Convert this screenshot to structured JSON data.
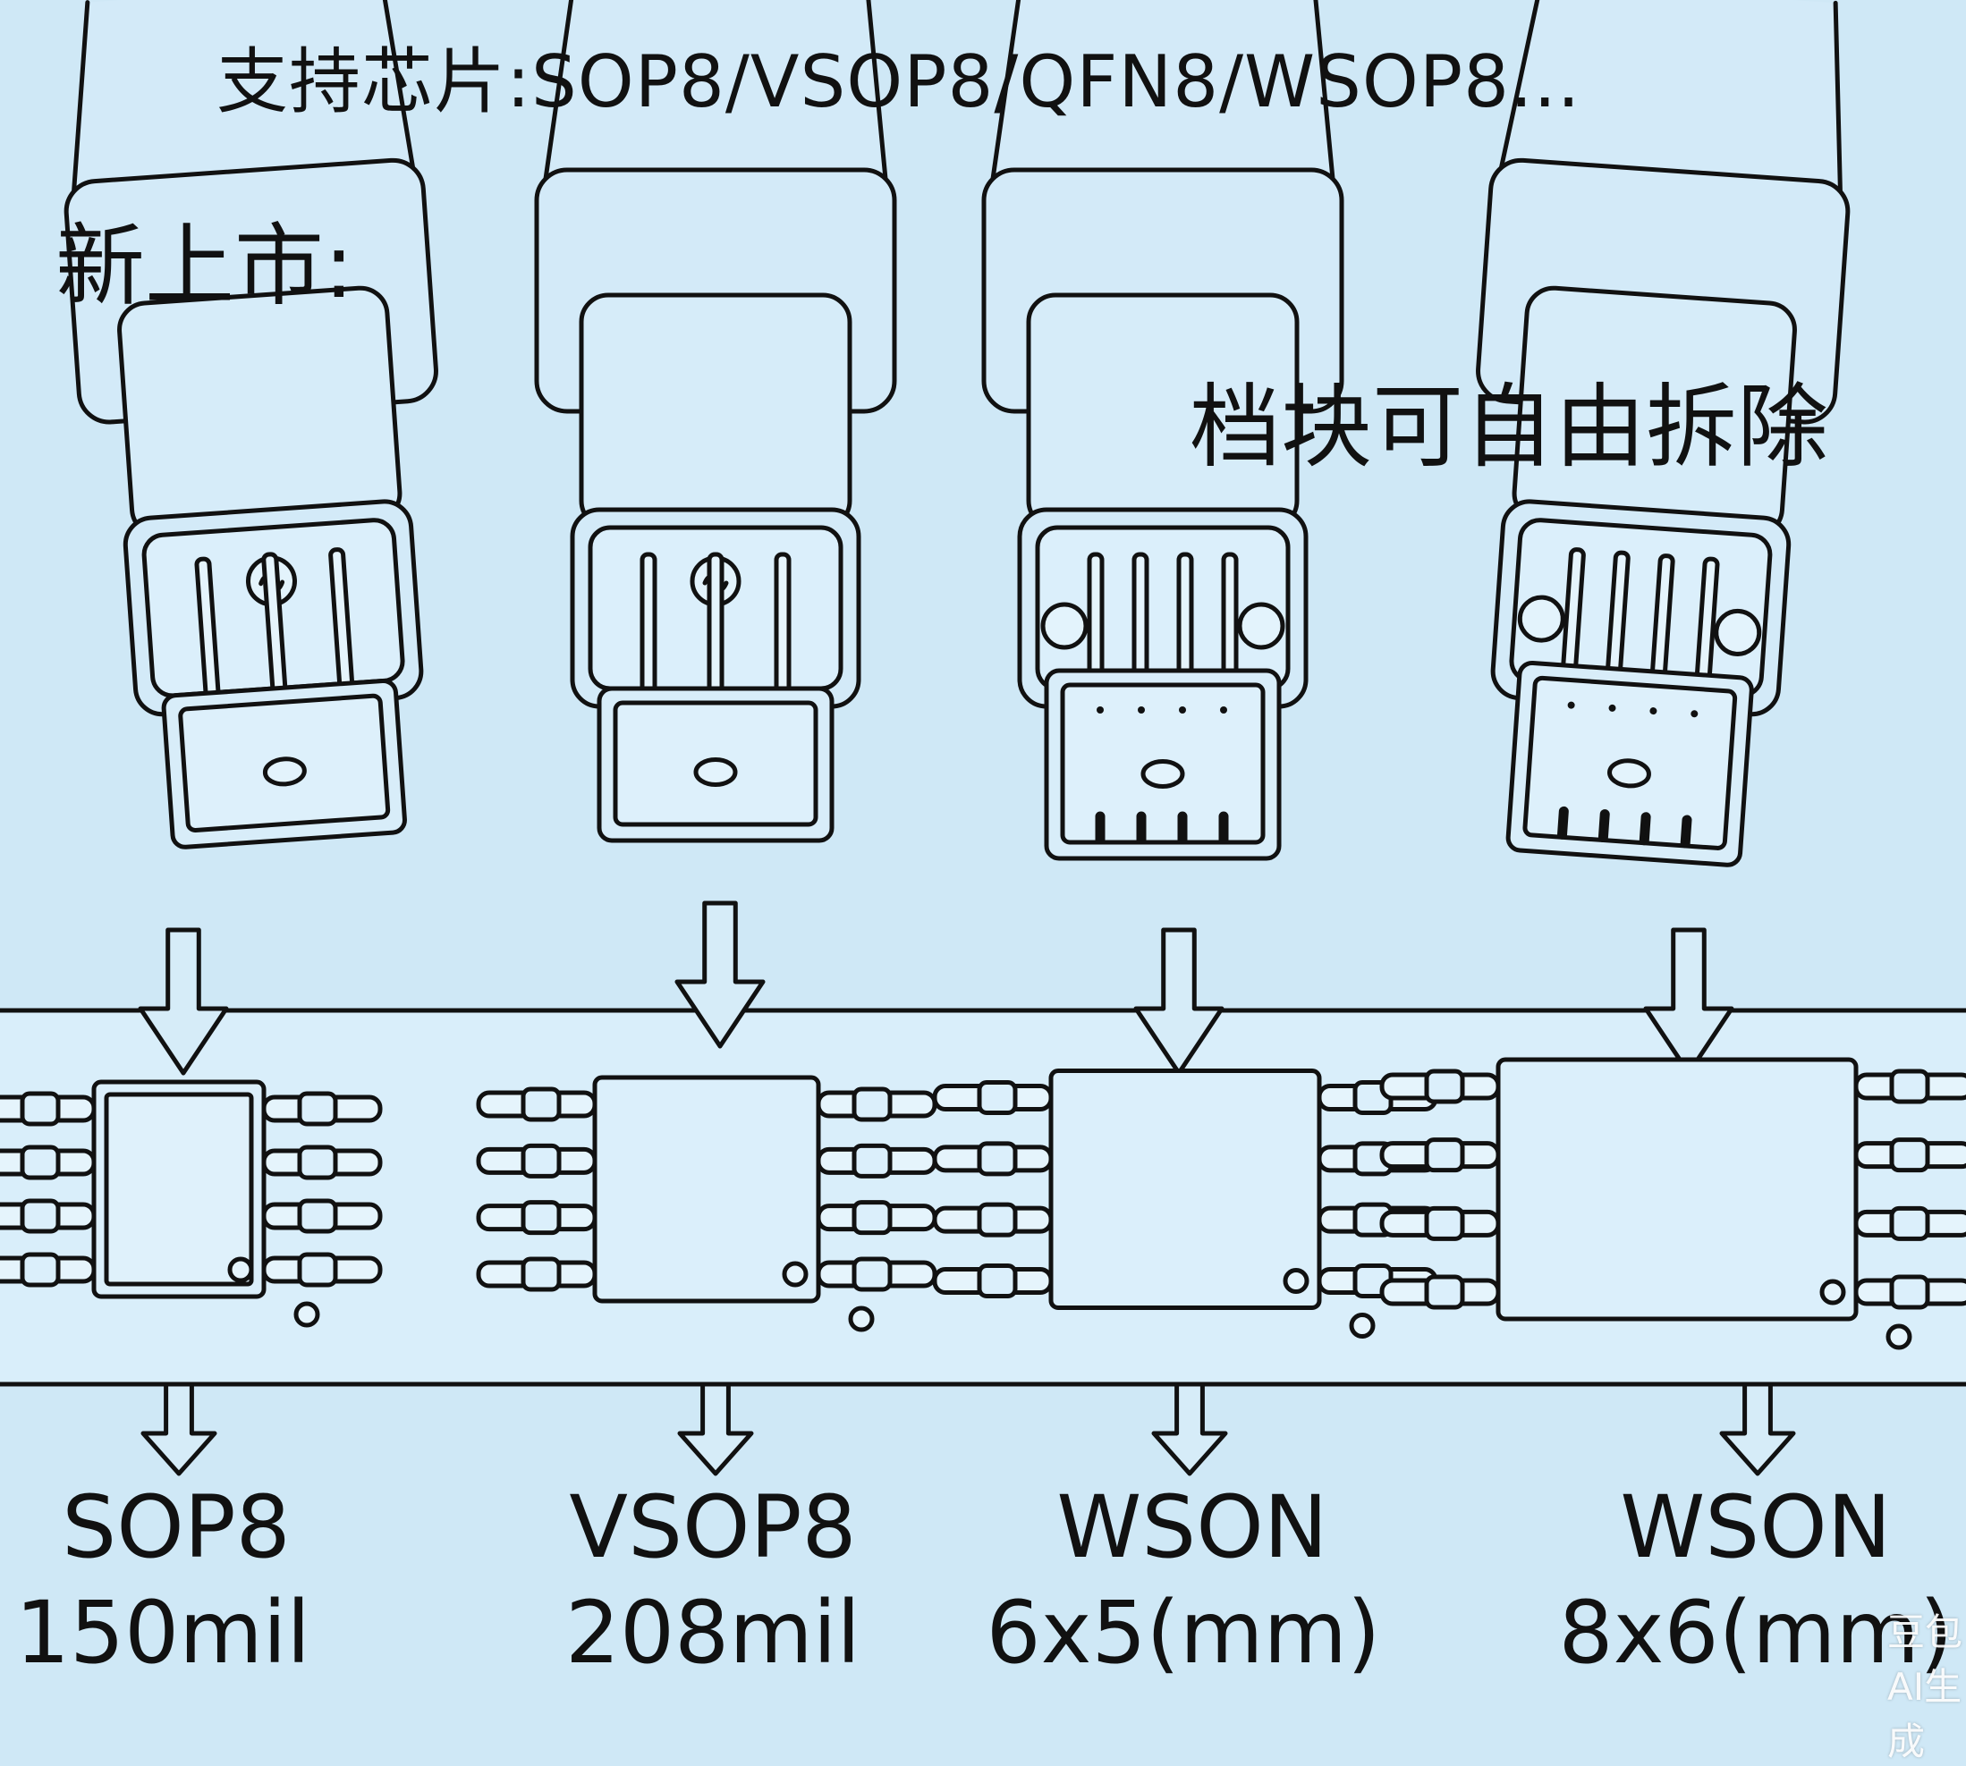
{
  "header": {
    "support_text": "支持芯片:SOP8/VSOP8/QFN8/WSOP8...",
    "new_text": "新上市:",
    "detach_text": "档块可自由拆除"
  },
  "packages": [
    {
      "name": "SOP8",
      "size": "150mil"
    },
    {
      "name": "VSOP8",
      "size": "208mil"
    },
    {
      "name": "WSON",
      "size": "6x5(mm)"
    },
    {
      "name": "WSON",
      "size": "8x6(mm)"
    }
  ],
  "watermark": "豆包AI生成",
  "colors": {
    "background": "#cfe8f6",
    "line": "#111111",
    "panel": "#d9eefa"
  }
}
